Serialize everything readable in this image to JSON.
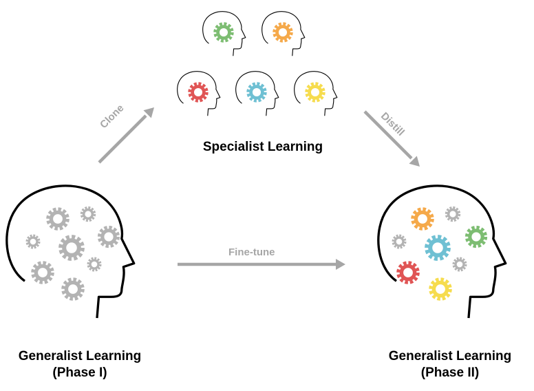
{
  "labels": {
    "specialist": "Specialist Learning",
    "generalist_left_line1": "Generalist Learning",
    "generalist_left_line2": "(Phase I)",
    "generalist_right_line1": "Generalist Learning",
    "generalist_right_line2": "(Phase II)",
    "arrow_clone": "Clone",
    "arrow_distill": "Distill",
    "arrow_finetune": "Fine-tune"
  },
  "colors": {
    "gear_gray": "#b3b3b3",
    "gear_green": "#7dbd72",
    "gear_orange": "#f5a94a",
    "gear_red": "#e05555",
    "gear_blue": "#6fc0d3",
    "gear_yellow": "#f6dc4e",
    "arrow": "#a6a6a6",
    "outline": "#000000"
  }
}
